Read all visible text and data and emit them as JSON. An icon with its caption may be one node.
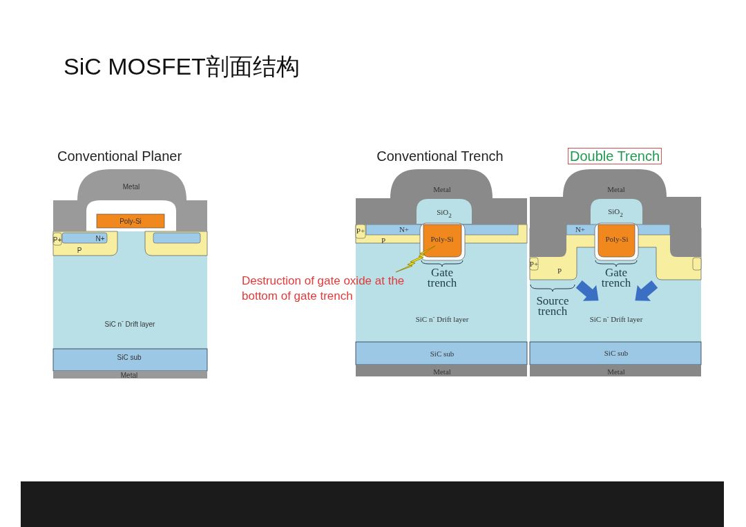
{
  "diagram": {
    "title": "SiC MOSFET剖面结构",
    "labels": [
      "Conventional Planer",
      "Conventional Trench",
      "Double Trench",
      "Metal",
      "Poly-Si",
      "P+",
      "N+",
      "P",
      "SiC n$^{-}$ Drift layer",
      "SiC sub",
      "Metal",
      "Metal",
      "SiO$_{2}$",
      "P+",
      "N+",
      "P",
      "Poly-Si",
      "Gate trench",
      "Destruction of gate oxide at the bottom of gate trench",
      "SiC n$^{-}$ Drift layer",
      "SiC sub",
      "Metal",
      "Metal",
      "SiO$_{2}$",
      "N+",
      "Poly-Si",
      "P+",
      "P",
      "Gate trench",
      "Source trench",
      "SiC n$^{-}$ Drift layer",
      "SiC sub",
      "Metal"
    ]
  }
}
